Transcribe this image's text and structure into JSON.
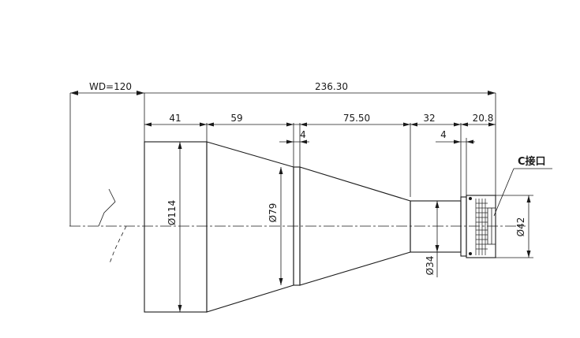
{
  "dimensions": {
    "wd": "WD=120",
    "total_length": "236.30",
    "seg1": "41",
    "seg2": "59",
    "seg3": "75.50",
    "seg4": "32",
    "seg5": "20.8",
    "gap_a": "4",
    "gap_b": "4",
    "dia_front": "Ø114",
    "dia_mid": "Ø79",
    "dia_rear": "Ø34",
    "dia_mount": "Ø42"
  },
  "mount_label": "C接口"
}
